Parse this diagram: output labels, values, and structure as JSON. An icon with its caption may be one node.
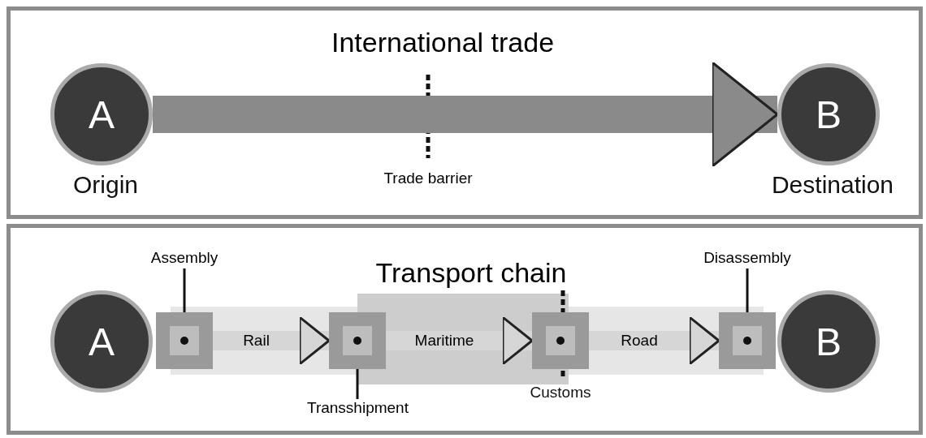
{
  "diagram": {
    "nodes": [
      {
        "text": [
          "International trade"
        ]
      },
      {
        "text": [
          "A"
        ],
        "beside": [
          "Origin"
        ],
        "in": 0
      },
      {
        "text": [
          "B"
        ],
        "beside": [
          "Destination"
        ],
        "in": 0
      },
      {
        "text": [
          "Transport chain"
        ]
      },
      {
        "text": [
          "A"
        ],
        "in": 3
      },
      {
        "text": [],
        "shape": "box",
        "in": 3
      },
      {
        "text": [],
        "shape": "box",
        "in": 3
      },
      {
        "text": [],
        "shape": "box",
        "beside": [
          "Customs"
        ],
        "in": 3
      },
      {
        "text": [],
        "shape": "box",
        "in": 3
      },
      {
        "text": [
          "B"
        ],
        "in": 3
      },
      {
        "text": [
          "Assembly"
        ],
        "in": 3
      },
      {
        "text": [
          "Transshipment"
        ],
        "in": 3
      },
      {
        "text": [
          "Disassembly"
        ],
        "in": 3
      }
    ],
    "edges": [
      {
        "from": 1,
        "to": 2,
        "arrow": "to",
        "style": "thick"
      },
      {
        "from": 5,
        "to": 6,
        "label": "Rail",
        "arrow": "to"
      },
      {
        "from": 6,
        "to": 7,
        "label": "Maritime",
        "arrow": "to"
      },
      {
        "from": 7,
        "to": 8,
        "label": "Road",
        "arrow": "to"
      },
      {
        "from": 10,
        "to": 5,
        "arrow": "none",
        "color": "#111111"
      },
      {
        "from": 11,
        "to": 6,
        "arrow": "none",
        "color": "#111111"
      },
      {
        "from": 12,
        "to": 8,
        "arrow": "none",
        "color": "#111111"
      }
    ],
    "labels": [
      "Trade barrier"
    ]
  }
}
